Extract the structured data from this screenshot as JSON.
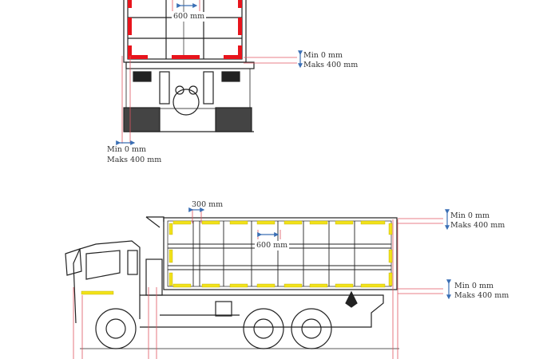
{
  "rear_view": {
    "spacing_label": "600 mm",
    "height_tolerance": {
      "min": "Min 0 mm",
      "max": "Maks 400 mm"
    },
    "side_tolerance": {
      "min": "Min 0 mm",
      "max": "Maks 400 mm"
    },
    "marker_color": "#e8141c"
  },
  "side_view": {
    "gap_label": "300 mm",
    "spacing_label": "600 mm",
    "top_tolerance": {
      "min": "Min 0 mm",
      "max": "Maks 400 mm"
    },
    "bottom_tolerance": {
      "min": "Min 0 mm",
      "max": "Maks 400 mm"
    },
    "marker_color": "#f2e21a"
  },
  "colors": {
    "guide_line": "#e05560",
    "dimension_arrow": "#3a6fb5"
  }
}
